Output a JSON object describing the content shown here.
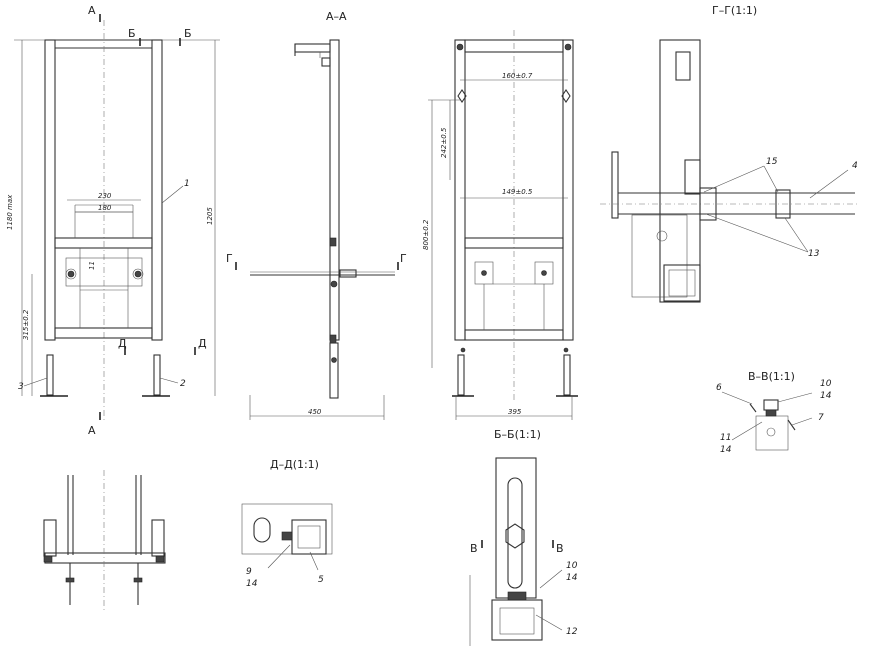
{
  "views": {
    "front": {
      "cut_a_top": "А",
      "cut_a_bottom": "А",
      "cut_b_left": "Б",
      "cut_b_right": "Б",
      "cut_d_left": "Д",
      "cut_d_right": "Д",
      "dim_height": "1180 max",
      "dim_total": "1205",
      "dim_230": "230",
      "dim_180": "180",
      "dim_11": "11",
      "dim_315": "315±0.2",
      "pos_1": "1",
      "pos_2": "2",
      "pos_3": "3"
    },
    "section_aa": {
      "title": "А–А",
      "cut_g_left": "Г",
      "cut_g_right": "Г",
      "dim_450": "450"
    },
    "rear": {
      "dim_160": "160±0.7",
      "dim_149": "149±0.5",
      "dim_242": "242±0.5",
      "dim_800": "800±0.2",
      "dim_395": "395"
    },
    "section_gg": {
      "title": "Г–Г(1:1)",
      "pos_15": "15",
      "pos_4": "4",
      "pos_13": "13"
    },
    "section_vv": {
      "title": "В–В(1:1)",
      "pos_6": "6",
      "pos_10": "10",
      "pos_14a": "14",
      "pos_7": "7",
      "pos_11": "11",
      "pos_14b": "14"
    },
    "section_dd": {
      "title": "Д–Д(1:1)",
      "pos_9": "9",
      "pos_14": "14",
      "pos_5": "5"
    },
    "section_bb": {
      "title": "Б–Б(1:1)",
      "cut_v_left": "В",
      "cut_v_right": "В",
      "pos_10": "10",
      "pos_14": "14",
      "pos_12": "12"
    }
  }
}
